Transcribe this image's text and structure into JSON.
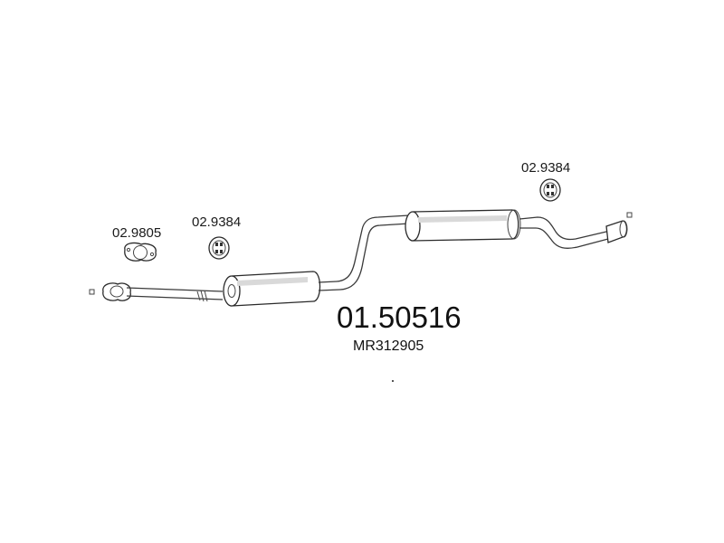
{
  "diagram": {
    "main_part_number": "01.50516",
    "oem_number": "MR312905",
    "components": [
      {
        "id": "gasket",
        "label": "02.9805"
      },
      {
        "id": "rubber-mount-front",
        "label": "02.9384"
      },
      {
        "id": "rubber-mount-rear",
        "label": "02.9384"
      }
    ]
  }
}
